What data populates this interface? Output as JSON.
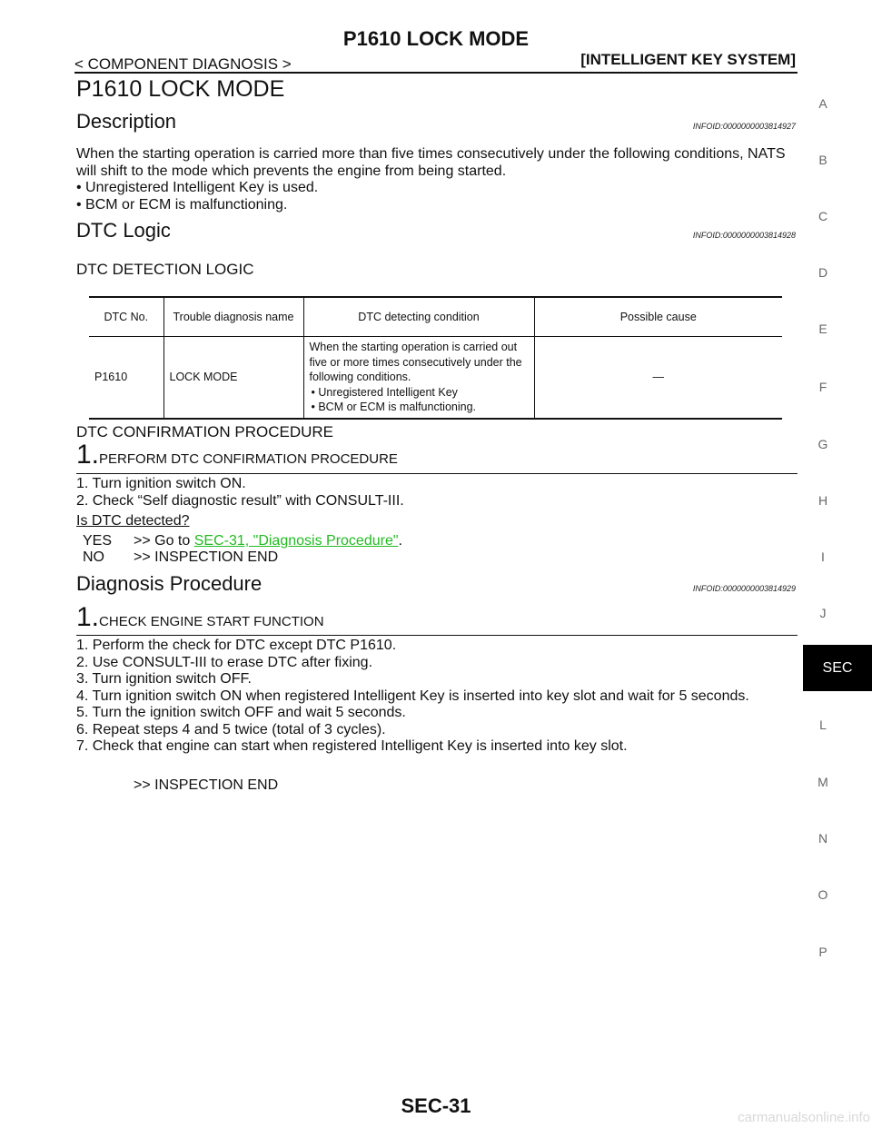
{
  "header": {
    "title": "P1610 LOCK MODE",
    "left": "< COMPONENT DIAGNOSIS >",
    "right": "[INTELLIGENT KEY SYSTEM]"
  },
  "page_title": "P1610 LOCK MODE",
  "description": {
    "heading": "Description",
    "infoid": "INFOID:0000000003814927",
    "para1": "When the starting operation is carried more than five times consecutively under the following conditions, NATS",
    "para2": "will shift to the mode which prevents the engine from being started.",
    "bullets": [
      "• Unregistered Intelligent Key is used.",
      "• BCM or ECM is malfunctioning."
    ]
  },
  "dtc_logic": {
    "heading": "DTC Logic",
    "infoid": "INFOID:0000000003814928",
    "subheading": "DTC DETECTION LOGIC",
    "table": {
      "headers": [
        "DTC No.",
        "Trouble diagnosis name",
        "DTC detecting condition",
        "Possible cause"
      ],
      "row": {
        "dtc_no": "P1610",
        "name": "LOCK MODE",
        "condition_lines": [
          "When the starting operation is carried out",
          "five or more times consecutively under the",
          "following conditions.",
          "• Unregistered Intelligent Key",
          "• BCM or ECM is malfunctioning."
        ],
        "cause": "—"
      }
    }
  },
  "confirmation": {
    "subheading": "DTC CONFIRMATION PROCEDURE",
    "step_num": "1.",
    "step_title": "PERFORM DTC CONFIRMATION PROCEDURE",
    "items": [
      "1. Turn ignition switch ON.",
      "2. Check “Self diagnostic result” with CONSULT-III."
    ],
    "question": "Is DTC detected?",
    "yes_label": "YES",
    "yes_text": ">> Go to ",
    "yes_link": "SEC-31, \"Diagnosis Procedure\"",
    "yes_end": ".",
    "no_label": "NO",
    "no_text": ">> INSPECTION END"
  },
  "diagnosis": {
    "heading": "Diagnosis Procedure",
    "infoid": "INFOID:0000000003814929",
    "step_num": "1.",
    "step_title": "CHECK ENGINE START FUNCTION",
    "items": [
      "1. Perform the check for DTC except DTC P1610.",
      "2. Use CONSULT-III to erase DTC after fixing.",
      "3. Turn ignition switch OFF.",
      "4. Turn ignition switch ON when registered Intelligent Key is inserted into key slot and wait for 5 seconds.",
      "5. Turn the ignition switch OFF and wait 5 seconds.",
      "6. Repeat steps 4 and 5 twice (total of 3 cycles).",
      "7. Check that engine can start when registered Intelligent Key is inserted into key slot."
    ],
    "end": ">> INSPECTION END"
  },
  "side_index": [
    "A",
    "B",
    "C",
    "D",
    "E",
    "F",
    "G",
    "H",
    "I",
    "J",
    "L",
    "M",
    "N",
    "O",
    "P"
  ],
  "active_tab": "SEC",
  "footer": "SEC-31",
  "watermark": "carmanualsonline.info"
}
